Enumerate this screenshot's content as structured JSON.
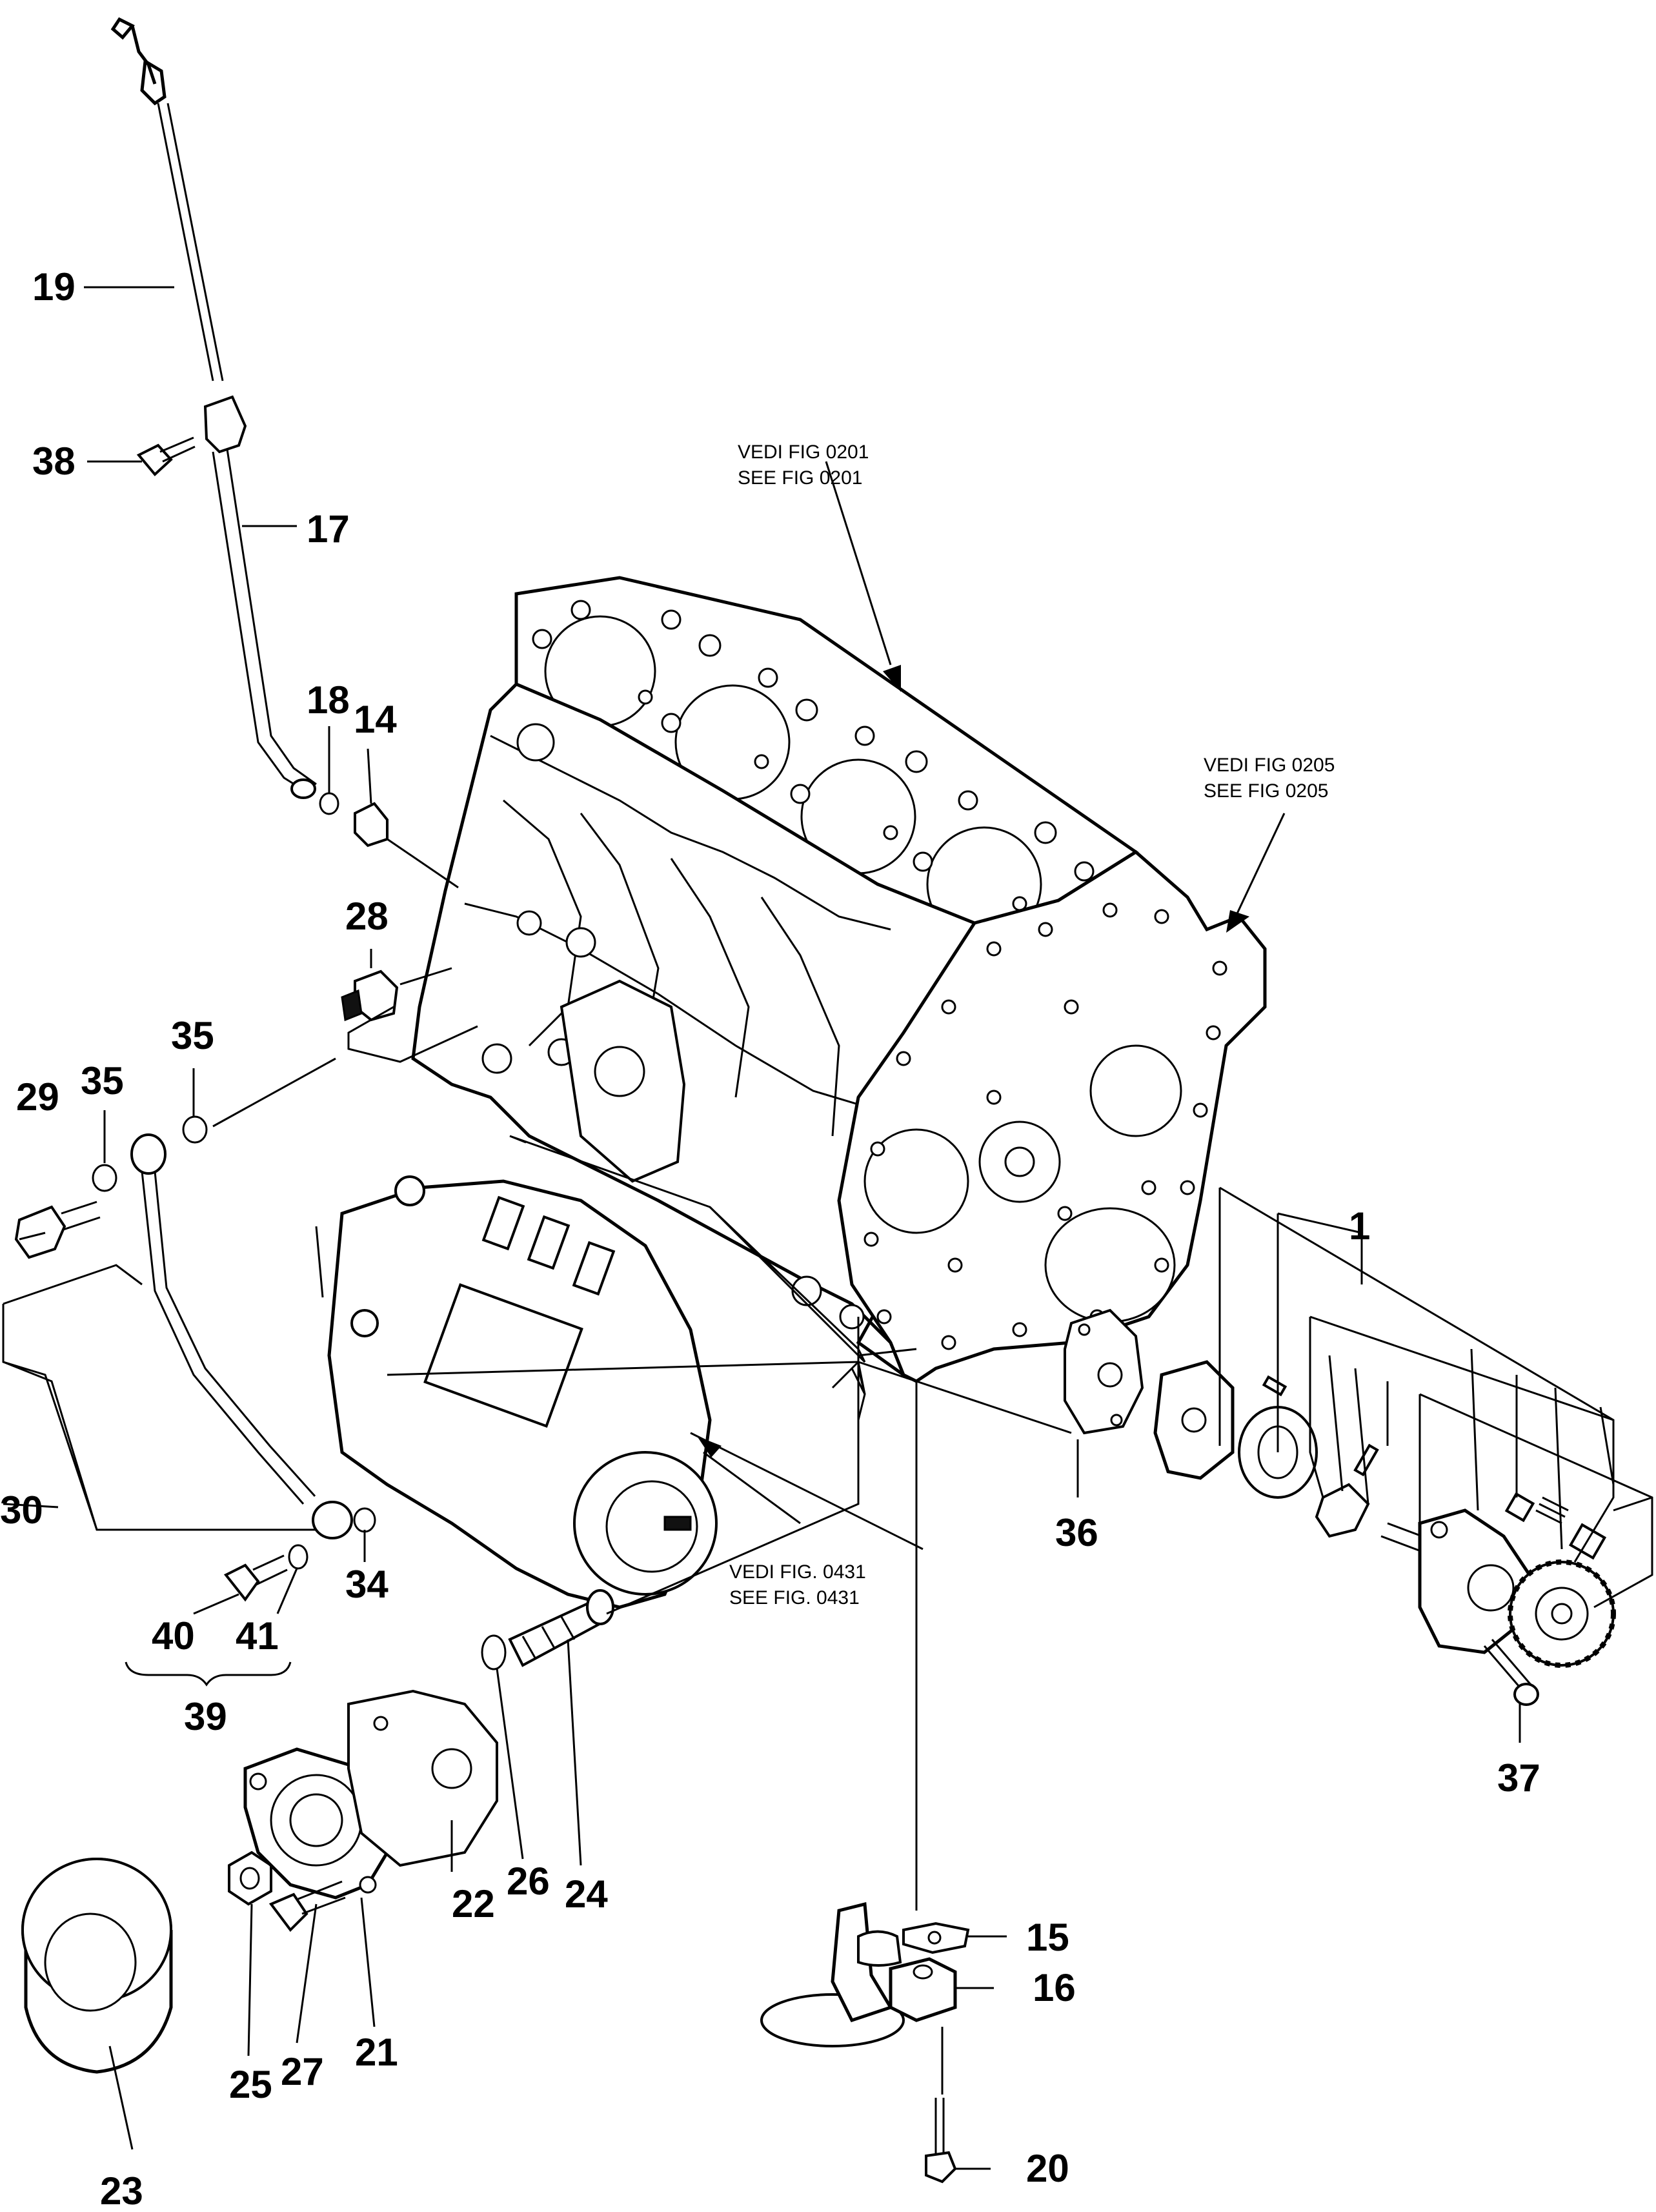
{
  "refs": {
    "head": [
      "VEDI FIG  0201",
      "SEE FIG  0201"
    ],
    "gearcase": [
      "VEDI FIG  0205",
      "SEE FIG  0205"
    ],
    "pump": [
      "VEDI FIG. 0431",
      "SEE FIG. 0431"
    ]
  },
  "labels": {
    "p1": "1",
    "p14": "14",
    "p15": "15",
    "p16": "16",
    "p17": "17",
    "p18": "18",
    "p19": "19",
    "p20": "20",
    "p21": "21",
    "p22": "22",
    "p23": "23",
    "p24": "24",
    "p25": "25",
    "p26": "26",
    "p27": "27",
    "p28": "28",
    "p29": "29",
    "p30": "30",
    "p34": "34",
    "p35a": "35",
    "p35b": "35",
    "p36": "36",
    "p37": "37",
    "p38": "38",
    "p39": "39",
    "p40": "40",
    "p41": "41"
  }
}
